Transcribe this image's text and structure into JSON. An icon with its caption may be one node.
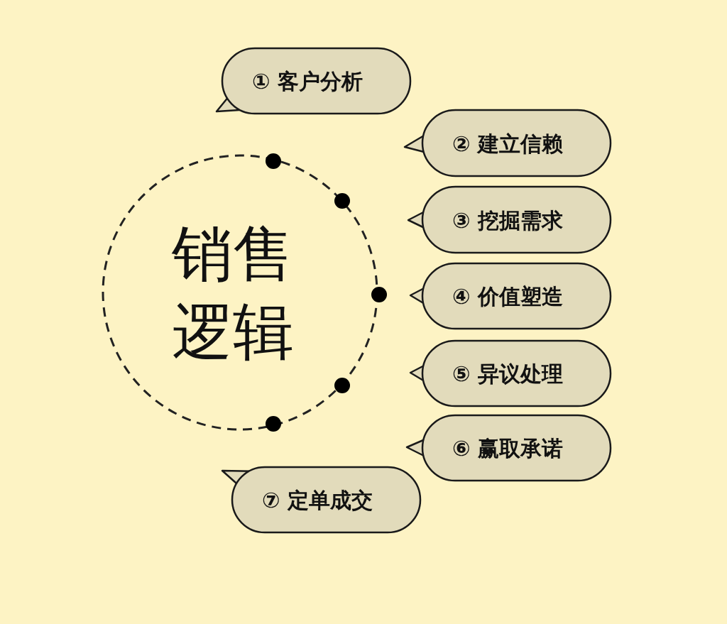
{
  "diagram": {
    "nodes": [
      {
        "text": [
          "销售逻辑"
        ]
      },
      {
        "text": [
          "① 客户分析"
        ]
      },
      {
        "text": [
          "② 建立信赖"
        ]
      },
      {
        "text": [
          "③ 挖掘需求"
        ]
      },
      {
        "text": [
          "④ 价值塑造"
        ]
      },
      {
        "text": [
          "⑤ 异议处理"
        ]
      },
      {
        "text": [
          "⑥ 赢取承诺"
        ]
      },
      {
        "text": [
          "⑦ 定单成交"
        ]
      }
    ]
  }
}
